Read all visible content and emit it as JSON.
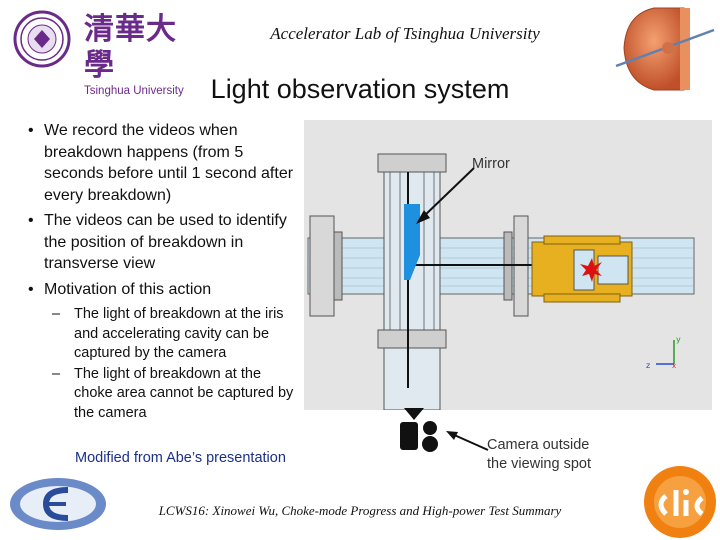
{
  "header": {
    "title": "Accelerator Lab of Tsinghua University",
    "university_cn": "清華大學",
    "university_en": "Tsinghua University"
  },
  "slide": {
    "title": "Light observation system",
    "bullets": [
      "We record the videos when breakdown happens (from 5 seconds before until 1 second after every breakdown)",
      "The videos can be used to identify the position of breakdown in transverse view",
      "Motivation of this action"
    ],
    "subbullets": [
      "The light of  breakdown at the iris and accelerating cavity can be captured by the camera",
      "The light of  breakdown at the choke area cannot be captured by the camera"
    ],
    "credit": "Modified from Abe’s presentation"
  },
  "diagram": {
    "mirror_label": "Mirror",
    "camera_label_line1": "Camera outside",
    "camera_label_line2": "the viewing spot",
    "axis_x": "x",
    "axis_y": "y",
    "axis_z": "z"
  },
  "footer": {
    "text": "LCWS16: Xinowei Wu, Choke-mode Progress and High-power Test Summary"
  },
  "colors": {
    "accent_purple": "#6a2a8a",
    "credit_blue": "#1a2f8a",
    "pipe_blue": "#cfe6f2",
    "mirror_blue": "#1e90e0",
    "gold": "#e6b020",
    "spark_red": "#e01010"
  }
}
